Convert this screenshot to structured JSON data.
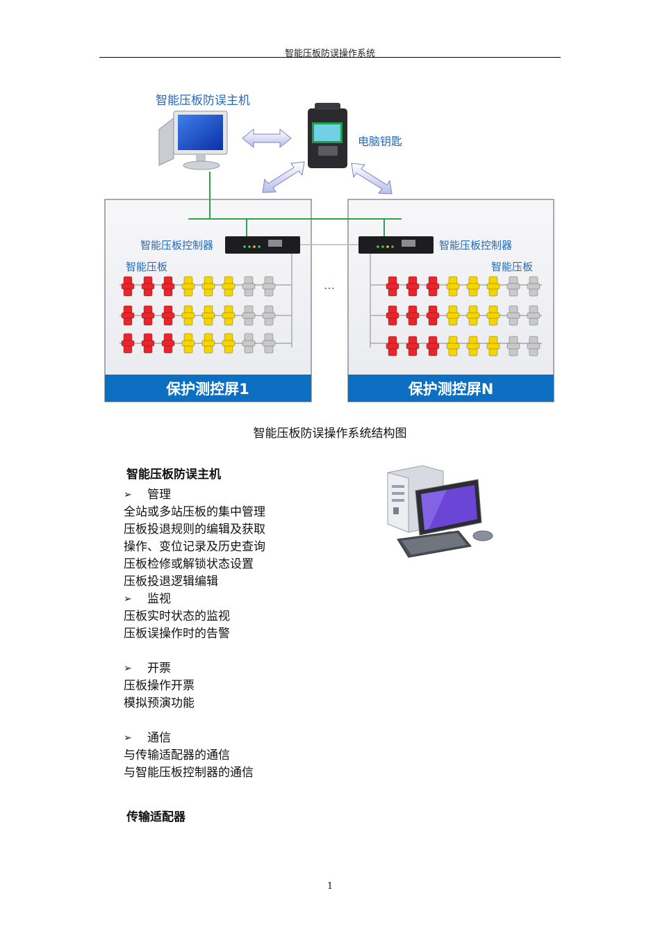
{
  "header": {
    "title": "智能压板防误操作系统"
  },
  "diagram": {
    "host_label": "智能压板防误主机",
    "key_label": "电脑钥匙",
    "controller_label": "智能压板控制器",
    "plate_label": "智能压板",
    "ellipsis": "…",
    "panels": [
      "保护测控屏1",
      "保护测控屏N"
    ],
    "colors": {
      "red": "#e8262b",
      "yellow": "#f5d500",
      "gray": "#c9c9c9",
      "green_line": "#2aa54a",
      "panel_blue": "#0c6fc2",
      "label_blue": "#2468b8"
    }
  },
  "caption": "智能压板防误操作系统结构图",
  "sections": [
    {
      "heading": "智能压板防误主机",
      "groups": [
        {
          "bullet": "管理",
          "lines": [
            "全站或多站压板的集中管理",
            "压板投退规则的编辑及获取",
            "操作、变位记录及历史查询",
            "压板检修或解锁状态设置",
            "压板投退逻辑编辑"
          ]
        },
        {
          "bullet": "监视",
          "lines": [
            "压板实时状态的监视",
            "压板误操作时的告警"
          ]
        },
        {
          "bullet": "开票",
          "lines": [
            "压板操作开票",
            "模拟预演功能"
          ]
        },
        {
          "bullet": "通信",
          "lines": [
            "与传输适配器的通信",
            "与智能压板控制器的通信"
          ]
        }
      ]
    },
    {
      "heading": "传输适配器"
    }
  ],
  "bullet_icon": "arrowhead-bullet-icon",
  "bullet_glyph": "➢",
  "page_number": "1"
}
